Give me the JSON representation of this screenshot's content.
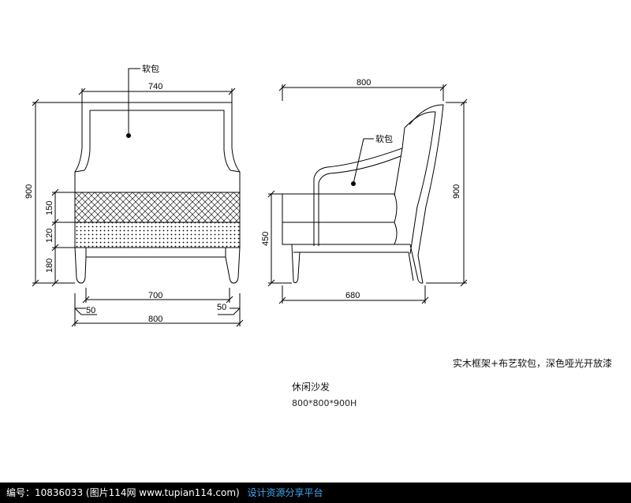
{
  "colors": {
    "line": "#000000",
    "background": "#ffffff",
    "footer_bg": "#000000",
    "footer_text": "#ffffff",
    "footer_accent": "#3fa9f5"
  },
  "front_view": {
    "label_cushion": "软包",
    "dims": {
      "top_width": "740",
      "total_height": "900",
      "seat_top": "150",
      "seat_mid": "120",
      "seat_low": "180",
      "inner_width": "700",
      "left_offset": "50",
      "right_offset": "50",
      "total_width": "800"
    }
  },
  "side_view": {
    "label_cushion": "软包",
    "dims": {
      "depth": "800",
      "total_height": "900",
      "seat_height": "450",
      "base_depth": "680"
    }
  },
  "notes": {
    "material": "实木框架+布艺软包，深色哑光开放漆",
    "name": "休闲沙发",
    "size": "800*800*900H"
  },
  "footer": {
    "id_text": "编号：10836033 (图片114网 www.tupian114.com)",
    "link_text": "设计资源分享平台"
  }
}
